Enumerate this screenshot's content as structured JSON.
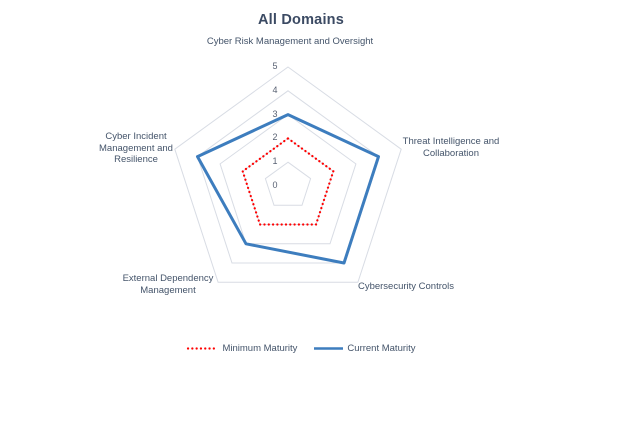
{
  "title": "All Domains",
  "chart_data": {
    "type": "radar",
    "categories": [
      "Cyber Risk Management and Oversight",
      "Threat Intelligence and Collaboration",
      "Cybersecurity Controls",
      "External Dependency Management",
      "Cyber Incident Management and Resilience"
    ],
    "series": [
      {
        "name": "Minimum Maturity",
        "values": [
          2,
          2,
          2,
          2,
          2
        ],
        "color": "#FF0000",
        "style": "dotted"
      },
      {
        "name": "Current Maturity",
        "values": [
          3,
          4,
          4,
          3,
          4
        ],
        "color": "#3D7DBE",
        "style": "solid"
      }
    ],
    "axis": {
      "min": 0,
      "max": 5,
      "ticks": [
        0,
        1,
        2,
        3,
        4,
        5
      ]
    },
    "gridline_color": "#D8DCE4",
    "legend_position": "bottom"
  },
  "colors": {
    "title": "#3B4A63",
    "category_labels": "#44546A",
    "tick_labels": "#596273",
    "background": "#FFFFFF"
  }
}
